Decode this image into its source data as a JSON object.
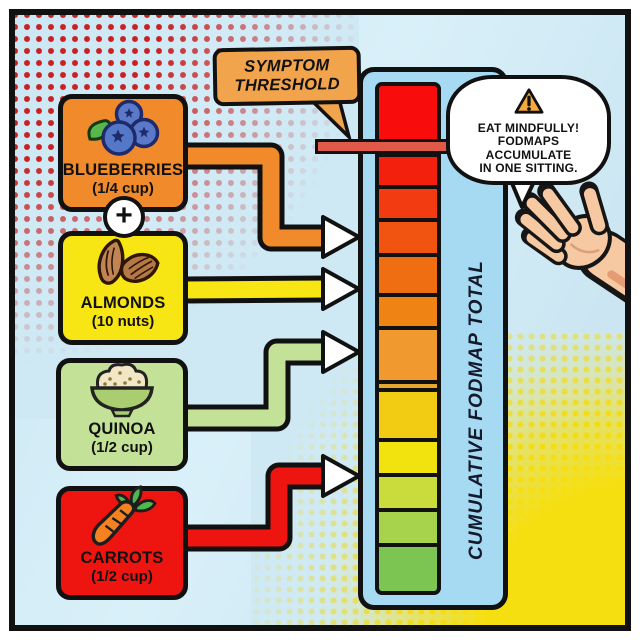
{
  "scene": {
    "threshold_label": {
      "line1": "SYMPTOM",
      "line2": "THRESHOLD"
    },
    "plus": "+",
    "foods": [
      {
        "name": "BLUEBERRIES",
        "portion": "(1/4 cup)",
        "icon": "blueberries-icon",
        "color": "#F18A2B"
      },
      {
        "name": "ALMONDS",
        "portion": "(10 nuts)",
        "icon": "almonds-icon",
        "color": "#F8E614"
      },
      {
        "name": "QUINOA",
        "portion": "(1/2 cup)",
        "icon": "quinoa-bowl-icon",
        "color": "#C3E297"
      },
      {
        "name": "CARROTS",
        "portion": "(1/2 cup)",
        "icon": "carrot-icon",
        "color": "#EE1410"
      }
    ],
    "gauge": {
      "label": "CUMULATIVE FODMAP TOTAL",
      "panel_color": "#A6DAF2",
      "threshold_line_color": "#DF5A49",
      "segments": [
        {
          "h": 67,
          "color": "#F80D0C"
        },
        {
          "h": 32,
          "color": "#F4200E"
        },
        {
          "h": 33,
          "color": "#F23B10"
        },
        {
          "h": 35,
          "color": "#F15310"
        },
        {
          "h": 40,
          "color": "#F06E12"
        },
        {
          "h": 33,
          "color": "#EF8414"
        },
        {
          "h": 54,
          "color": "#F0992F"
        },
        {
          "h": 8,
          "color": "#E7A72E"
        },
        {
          "h": 50,
          "color": "#F2CB13"
        },
        {
          "h": 35,
          "color": "#F2E30E"
        },
        {
          "h": 35,
          "color": "#C9DC3C"
        },
        {
          "h": 35,
          "color": "#A7D24B"
        },
        {
          "h": 48,
          "color": "#7CC553"
        }
      ]
    },
    "bubble": {
      "warning_icon": "warning-triangle-icon",
      "lines": [
        "EAT MINDFULLY!",
        "FODMAPS",
        "ACCUMULATE",
        "IN ONE SITTING."
      ]
    },
    "colors": {
      "background": "#CDE8F4",
      "halftone_red": "#C92020",
      "halftone_yellow": "#F6DF10",
      "threshold_label_box": "#F2A44C",
      "hand_skin": "#F7C9A2"
    }
  }
}
